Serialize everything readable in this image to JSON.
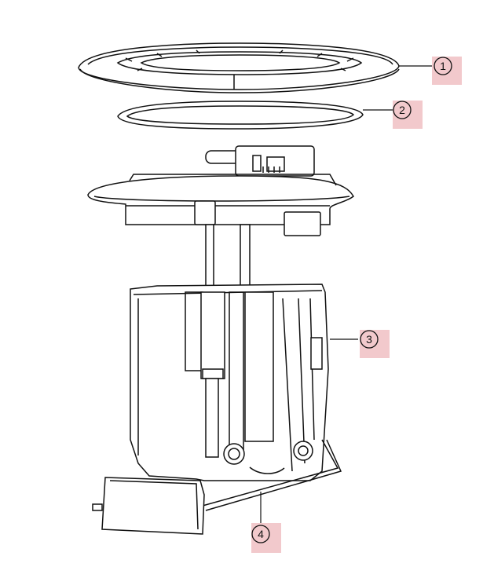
{
  "callouts": [
    {
      "id": "callout-1",
      "label": "1",
      "highlight_color": "#f2c9cc"
    },
    {
      "id": "callout-2",
      "label": "2",
      "highlight_color": "#f2c9cc"
    },
    {
      "id": "callout-3",
      "label": "3",
      "highlight_color": "#f2c9cc"
    },
    {
      "id": "callout-4",
      "label": "4",
      "highlight_color": "#f2c9cc"
    }
  ],
  "line_color": "#111111",
  "background": "#ffffff"
}
